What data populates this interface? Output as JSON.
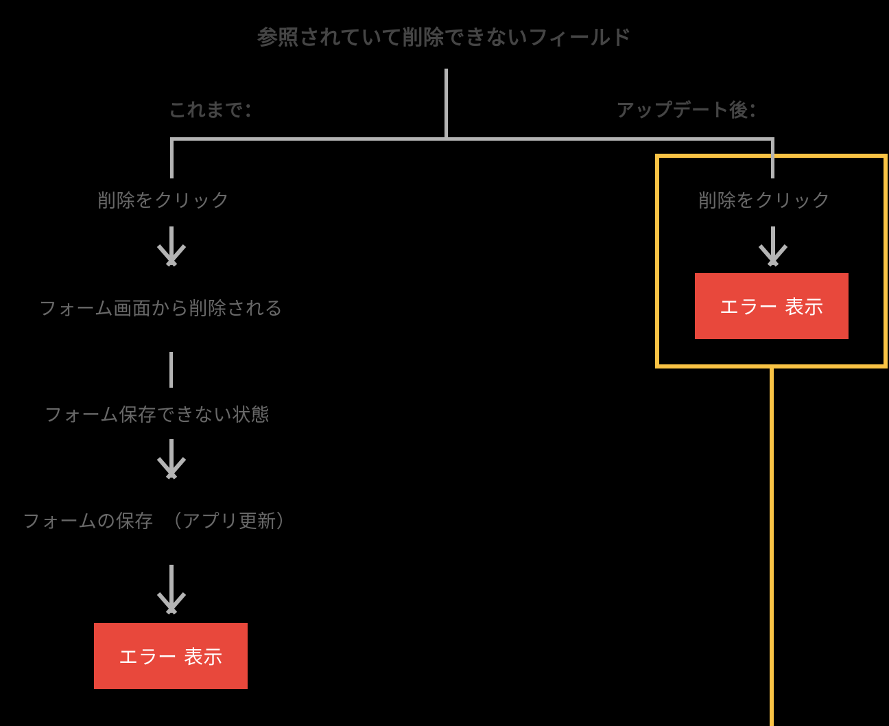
{
  "diagram": {
    "title": "参照されていて削除できないフィールド",
    "columns": {
      "before_label": "これまで：",
      "after_label": "アップデート後："
    },
    "before_branch": {
      "steps": [
        "削除をクリック",
        "フォーム画面から削除される",
        "フォーム保存できない状態",
        "フォームの保存　（アプリ更新）"
      ],
      "result": "エラー 表示"
    },
    "after_branch": {
      "steps": [
        "削除をクリック"
      ],
      "result": "エラー 表示"
    },
    "colors": {
      "background": "#000000",
      "title_text": "#454545",
      "body_text": "#686868",
      "connector": "#b4b4b4",
      "error_fill": "#e8483c",
      "error_text": "#ffffff",
      "highlight_border": "#f9c345"
    }
  }
}
